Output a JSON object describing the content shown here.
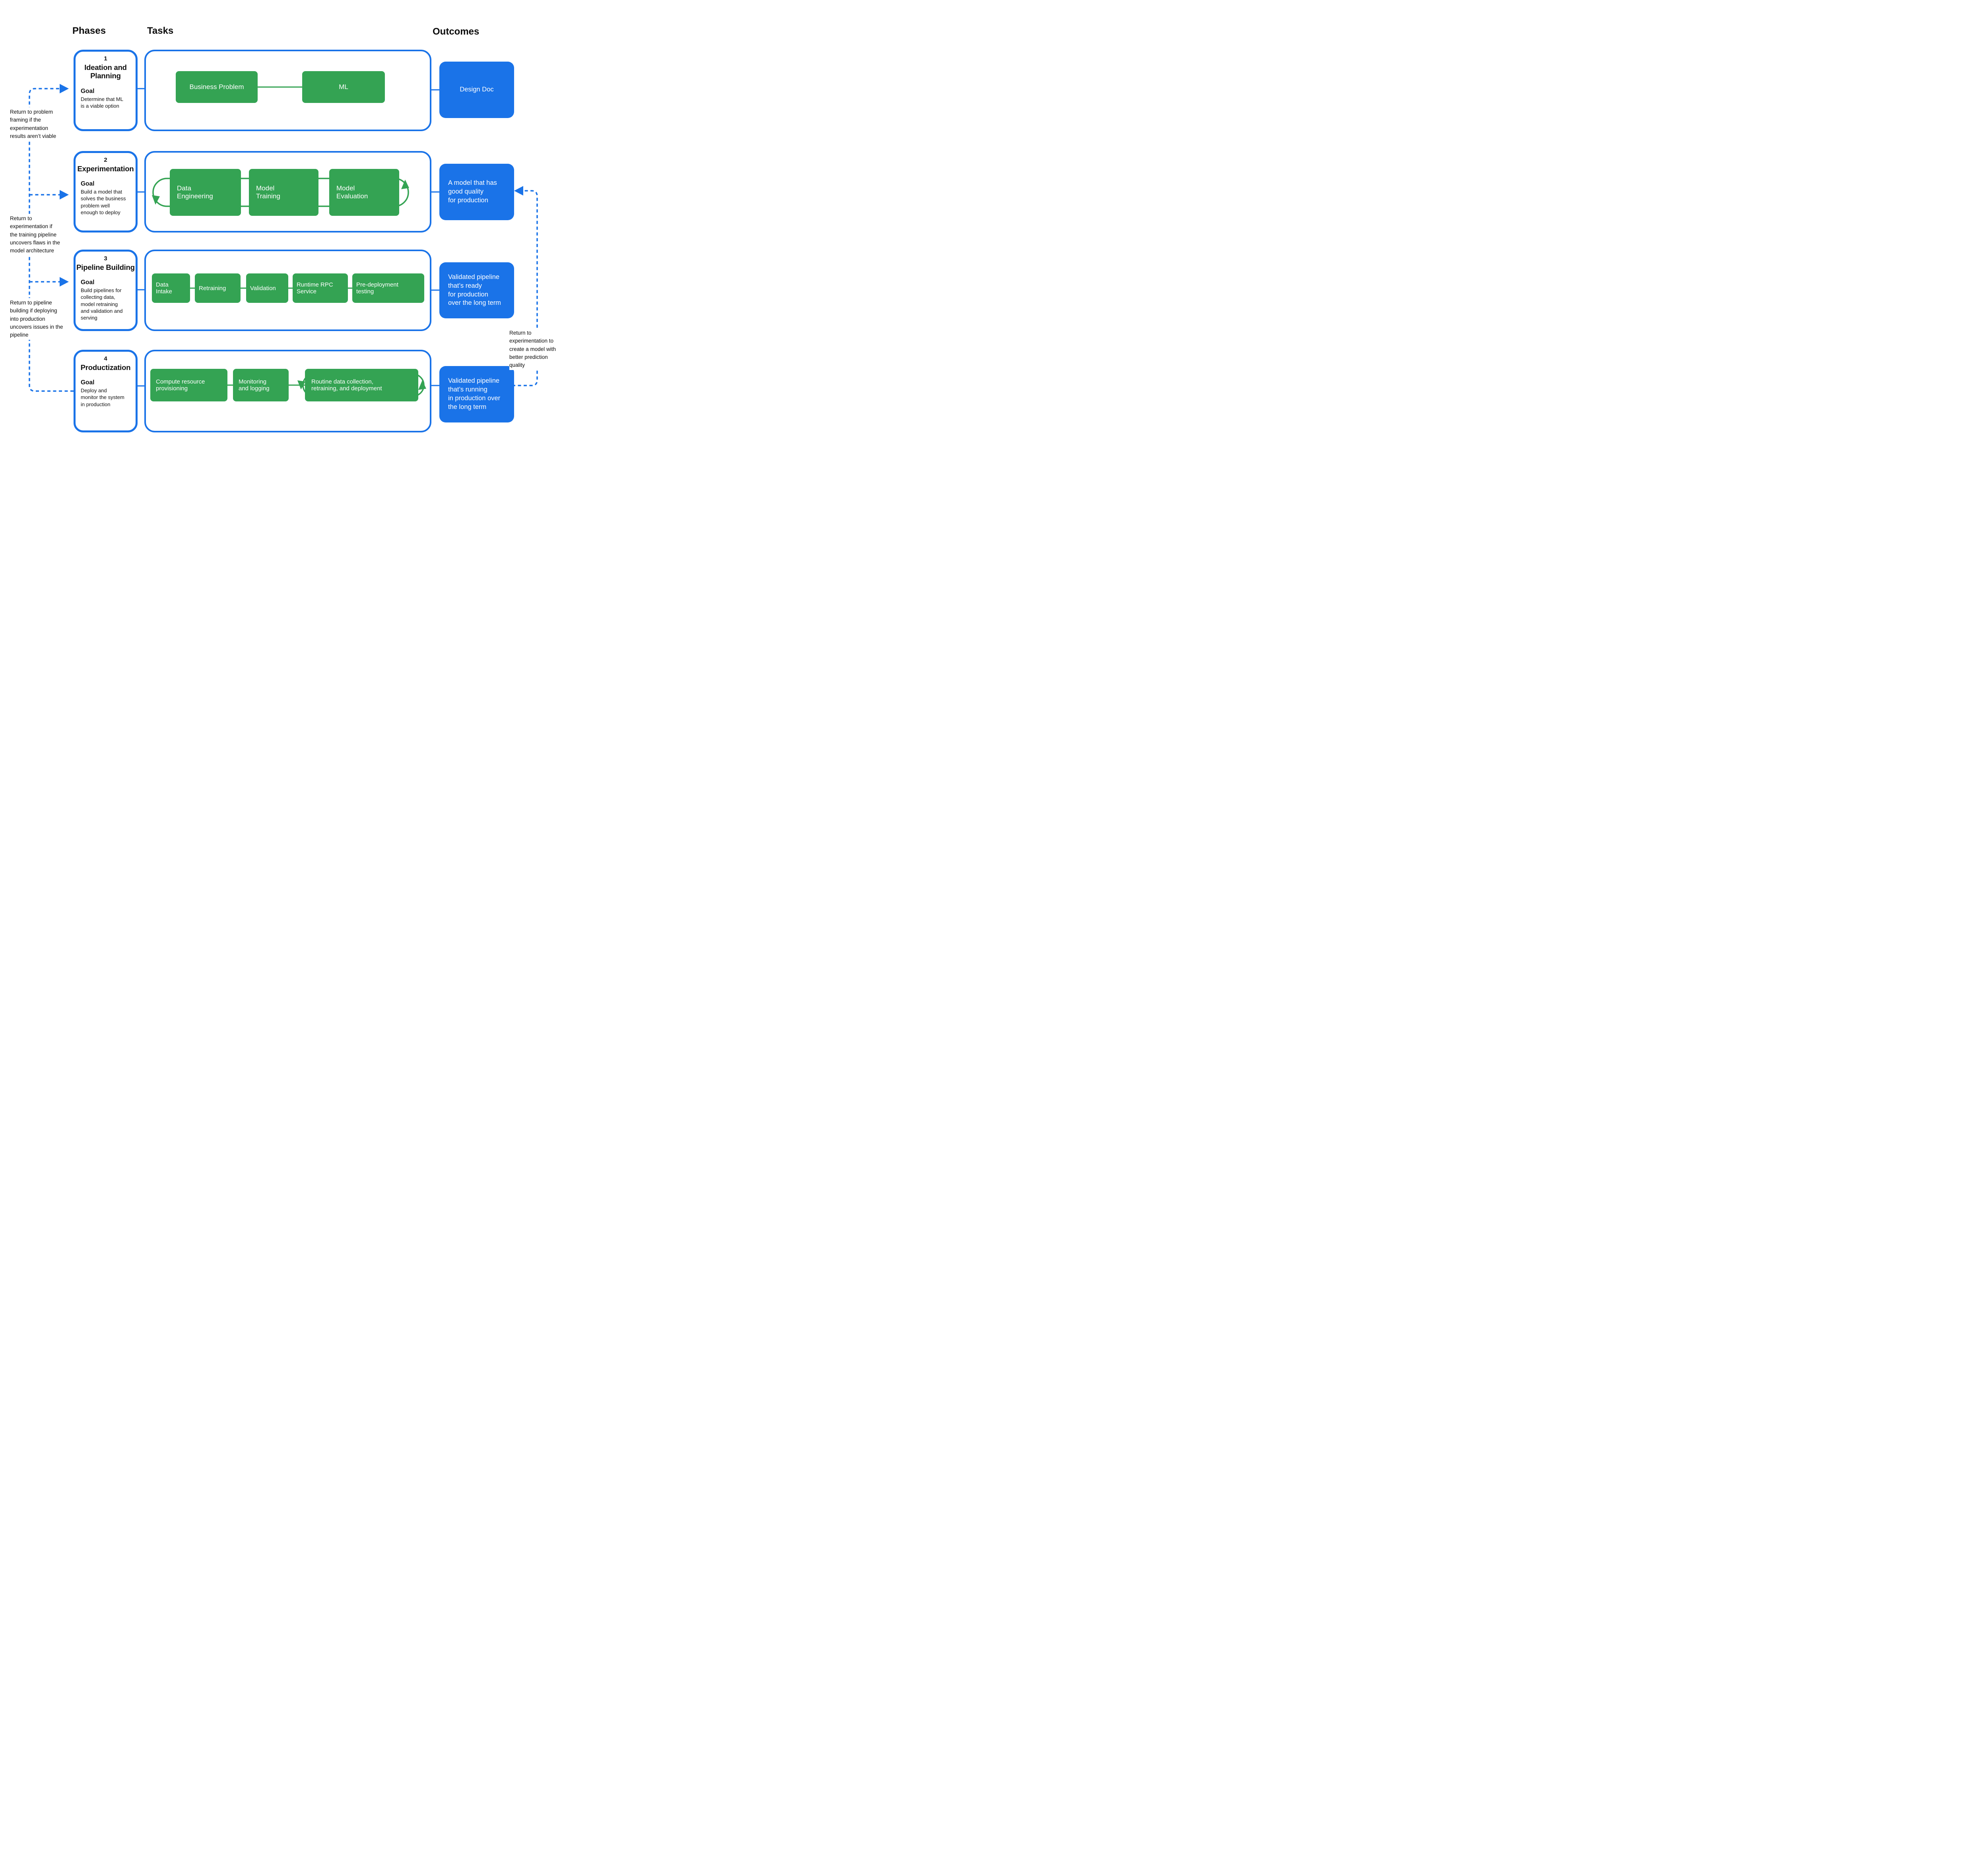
{
  "colors": {
    "blue": "#1a73e8",
    "green": "#34a353"
  },
  "headers": {
    "phases": "Phases",
    "tasks": "Tasks",
    "outcomes": "Outcomes"
  },
  "phases": [
    {
      "number": "1",
      "title": "Ideation and\nPlanning",
      "goal_label": "Goal",
      "goal": "Determine that ML\nis a viable option"
    },
    {
      "number": "2",
      "title": "Experimentation",
      "goal_label": "Goal",
      "goal": "Build a model that\nsolves the business\nproblem well\nenough to deploy"
    },
    {
      "number": "3",
      "title": "Pipeline Building",
      "goal_label": "Goal",
      "goal": "Build pipelines for\ncollecting data,\nmodel retraining\nand validation and\nserving"
    },
    {
      "number": "4",
      "title": "Productization",
      "goal_label": "Goal",
      "goal": "Deploy and\nmonitor the system\nin production"
    }
  ],
  "tasks": {
    "row1": [
      "Business Problem",
      "ML"
    ],
    "row2": [
      "Data\nEngineering",
      "Model\nTraining",
      "Model\nEvaluation"
    ],
    "row3": [
      "Data\nIntake",
      "Retraining",
      "Validation",
      "Runtime RPC\nService",
      "Pre-deployment\ntesting"
    ],
    "row4": [
      "Compute resource\nprovisioning",
      "Monitoring\nand logging",
      "Routine data collection,\nretraining, and deployment"
    ]
  },
  "outcomes": [
    "Design Doc",
    "A model that has\ngood quality\nfor production",
    "Validated pipeline\nthat’s ready\nfor production\nover the long term",
    "Validated pipeline\nthat’s running\nin production over\nthe long term"
  ],
  "annotations": {
    "left1": "Return to problem\nframing if the\nexperimentation\nresults aren’t viable",
    "left2": "Return to\nexperimentation if\nthe training pipeline\nuncovers flaws in the\nmodel architecture",
    "left3": "Return to pipeline\nbuilding if deploying\ninto production\nuncovers issues in the\npipeline",
    "right": "Return to\nexperimentation to\ncreate a model with\nbetter prediction\nquality"
  }
}
